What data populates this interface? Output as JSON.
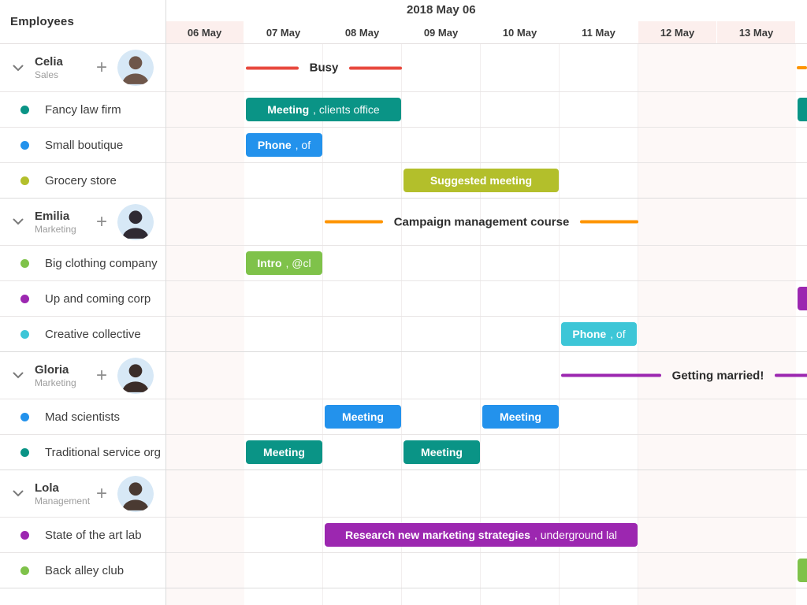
{
  "app": {
    "panel_title": "Employees",
    "view_title": "2018 May 06"
  },
  "icons": {
    "add": "+",
    "chevron": "chevron-down"
  },
  "days": [
    {
      "label": "06 May",
      "weekend": true
    },
    {
      "label": "07 May",
      "weekend": false
    },
    {
      "label": "08 May",
      "weekend": false
    },
    {
      "label": "09 May",
      "weekend": false
    },
    {
      "label": "10 May",
      "weekend": false
    },
    {
      "label": "11 May",
      "weekend": false
    },
    {
      "label": "12 May",
      "weekend": true
    },
    {
      "label": "13 May",
      "weekend": true
    }
  ],
  "colors": {
    "red": "#e8483d",
    "orange": "#fe9401",
    "teal": "#0a9486",
    "blue": "#2392ec",
    "olive": "#b3bf2b",
    "green": "#7fc24a",
    "purple": "#9c27b0",
    "cyan": "#3dc6d7",
    "weekend_header": "#fcefed",
    "weekend_body": "#fdf8f7"
  },
  "rows": [
    {
      "kind": "group",
      "name": "Celia",
      "role": "Sales",
      "appointments": [
        {
          "type": "line",
          "label": "Busy",
          "color": "#e8483d"
        },
        {
          "type": "line_stub",
          "label": "",
          "color": "#fe9401"
        }
      ]
    },
    {
      "kind": "item",
      "label": "Fancy law firm",
      "dot_color": "#0a9486",
      "appointments": [
        {
          "type": "bar",
          "title": "Meeting",
          "detail": ", clients office",
          "color": "#0a9486"
        },
        {
          "type": "bar_stub",
          "title": "",
          "detail": "",
          "color": "#0a9486"
        }
      ]
    },
    {
      "kind": "item",
      "label": "Small boutique",
      "dot_color": "#2392ec",
      "appointments": [
        {
          "type": "bar",
          "title": "Phone",
          "detail": ", of",
          "color": "#2392ec"
        }
      ]
    },
    {
      "kind": "item",
      "label": "Grocery store",
      "dot_color": "#b3bf2b",
      "appointments": [
        {
          "type": "bar",
          "title": "Suggested meeting",
          "detail": "",
          "color": "#b3bf2b"
        }
      ]
    },
    {
      "kind": "group",
      "name": "Emilia",
      "role": "Marketing",
      "appointments": [
        {
          "type": "line",
          "label": "Campaign management course",
          "color": "#fe9401"
        }
      ]
    },
    {
      "kind": "item",
      "label": "Big clothing company",
      "dot_color": "#7fc24a",
      "appointments": [
        {
          "type": "bar",
          "title": "Intro",
          "detail": ", @cl",
          "color": "#7fc24a"
        }
      ]
    },
    {
      "kind": "item",
      "label": "Up and coming corp",
      "dot_color": "#9c27b0",
      "appointments": [
        {
          "type": "bar_stub",
          "title": "",
          "detail": "",
          "color": "#9c27b0"
        }
      ]
    },
    {
      "kind": "item",
      "label": "Creative collective",
      "dot_color": "#3dc6d7",
      "appointments": [
        {
          "type": "bar",
          "title": "Phone",
          "detail": ", of",
          "color": "#3dc6d7"
        }
      ]
    },
    {
      "kind": "group",
      "name": "Gloria",
      "role": "Marketing",
      "appointments": [
        {
          "type": "line",
          "label": "Getting married!",
          "color": "#9c27b0"
        }
      ]
    },
    {
      "kind": "item",
      "label": "Mad scientists",
      "dot_color": "#2392ec",
      "appointments": [
        {
          "type": "bar",
          "title": "Meeting",
          "detail": "",
          "color": "#2392ec"
        },
        {
          "type": "bar",
          "title": "Meeting",
          "detail": "",
          "color": "#2392ec"
        }
      ]
    },
    {
      "kind": "item",
      "label": "Traditional service org",
      "dot_color": "#0a9486",
      "appointments": [
        {
          "type": "bar",
          "title": "Meeting",
          "detail": "",
          "color": "#0a9486"
        },
        {
          "type": "bar",
          "title": "Meeting",
          "detail": "",
          "color": "#0a9486"
        }
      ]
    },
    {
      "kind": "group",
      "name": "Lola",
      "role": "Management",
      "appointments": []
    },
    {
      "kind": "item",
      "label": "State of the art lab",
      "dot_color": "#9c27b0",
      "appointments": [
        {
          "type": "bar",
          "title": "Research new marketing strategies",
          "detail": ", underground lal",
          "color": "#9c27b0"
        }
      ]
    },
    {
      "kind": "item",
      "label": "Back alley club",
      "dot_color": "#7fc24a",
      "appointments": [
        {
          "type": "bar_stub",
          "title": "",
          "detail": "",
          "color": "#7fc24a"
        }
      ]
    }
  ]
}
